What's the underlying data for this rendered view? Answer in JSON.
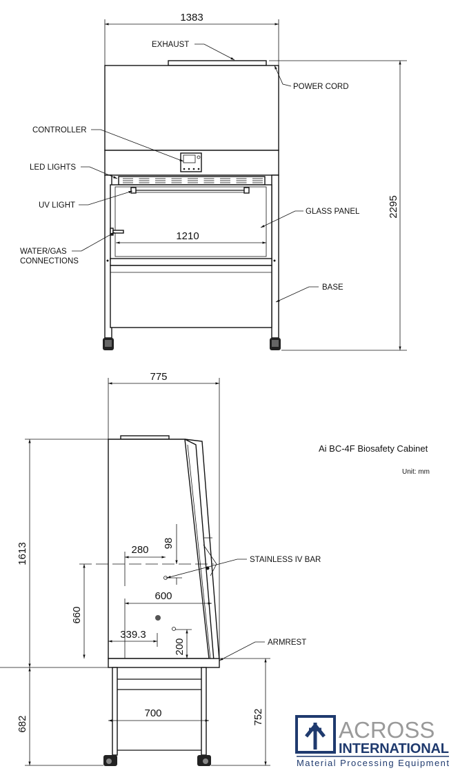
{
  "front_view": {
    "dimensions": {
      "width_total": "1383",
      "height_total": "2295",
      "work_width": "1210"
    },
    "labels": {
      "exhaust": "EXHAUST",
      "power_cord": "POWER CORD",
      "controller": "CONTROLLER",
      "led_lights": "LED LIGHTS",
      "uv_light": "UV LIGHT",
      "glass_panel": "GLASS PANEL",
      "water_gas_line1": "WATER/GAS",
      "water_gas_line2": "CONNECTIONS",
      "base": "BASE"
    }
  },
  "side_view": {
    "dimensions": {
      "depth_total": "775",
      "cabinet_height": "1613",
      "stand_height": "682",
      "work_height": "752",
      "stand_depth": "700",
      "iv_bar_height": "660",
      "iv_offset": "280",
      "iv_drop": "98",
      "work_depth": "600",
      "port_offset": "339.3",
      "port_height": "200"
    },
    "labels": {
      "iv_bar": "STAINLESS IV BAR",
      "armrest": "ARMREST"
    }
  },
  "title": "Ai BC-4F Biosafety Cabinet",
  "unit": "Unit: mm",
  "logo": {
    "name_line1": "ACROSS",
    "name_line2": "INTERNATIONAL",
    "tagline": "Material Processing Equipment",
    "color_primary": "#1f3a6e",
    "color_secondary": "#9a9a9a"
  }
}
